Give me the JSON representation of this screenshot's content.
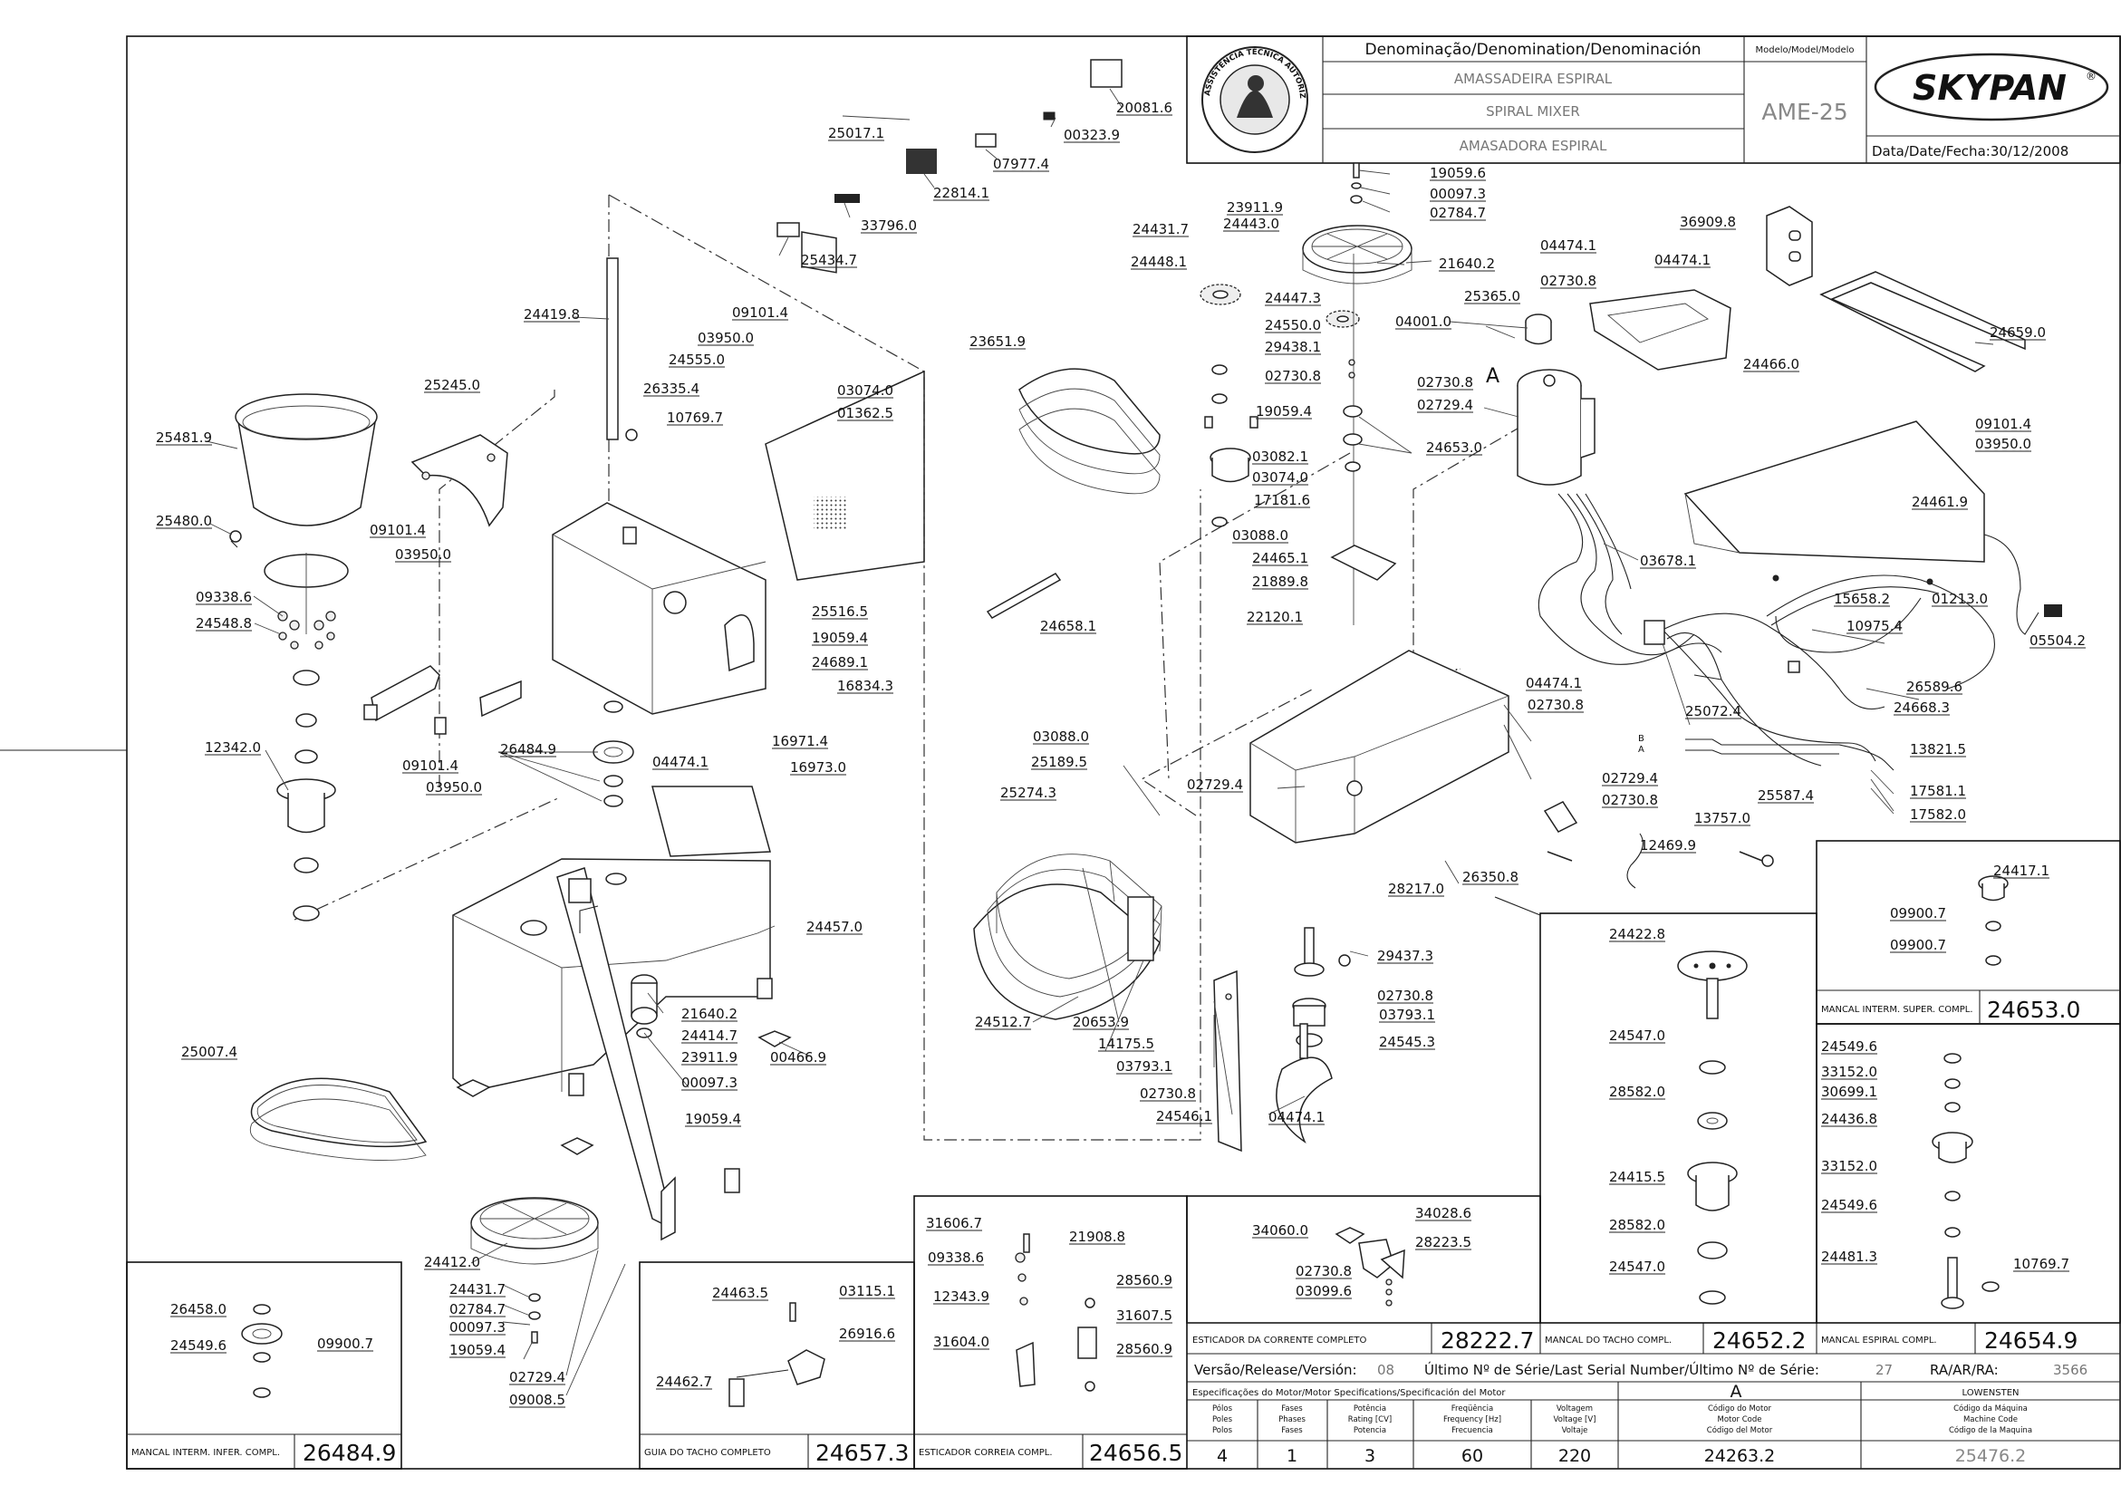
{
  "title_block": {
    "denomination_header": "Denominação/Denomination/Denominación",
    "name_pt": "AMASSADEIRA ESPIRAL",
    "name_en": "SPIRAL MIXER",
    "name_es": "AMASADORA ESPIRAL",
    "model_header": "Modelo/Model/Modelo",
    "model": "AME-25",
    "brand": "SKYPAN",
    "date_label": "Data/Date/Fecha:",
    "date": "30/12/2008",
    "seal_text": "ASSISTÊNCIA TÉCNICA AUTORIZADA",
    "version_label": "Versão/Release/Versión:",
    "version": "08",
    "serial_label": "Último Nº de Série/Last Serial Number/Último Nº de Série:",
    "serial": "27",
    "ra_label": "RA/AR/RA:",
    "ra": "3566"
  },
  "motor_specs": {
    "header": "Especificações do Motor/Motor Specifications/Specificación del Motor",
    "poles_label": [
      "Pólos",
      "Poles",
      "Polos"
    ],
    "phases_label": [
      "Fases",
      "Phases",
      "Fases"
    ],
    "power_label": [
      "Potência",
      "Rating [CV]",
      "Potencia"
    ],
    "freq_label": [
      "Freqüência",
      "Frequency [Hz]",
      "Frecuencia"
    ],
    "volt_label": [
      "Voltagem",
      "Voltage [V]",
      "Voltaje"
    ],
    "motor_code_label": [
      "Código do Motor",
      "Motor Code",
      "Código del Motor"
    ],
    "machine_code_label": [
      "Código da Máquina",
      "Machine Code",
      "Código de la Maquina"
    ],
    "poles": "4",
    "phases": "1",
    "power": "3",
    "frequency": "60",
    "voltage": "220",
    "motor_letter": "A",
    "motor_brand": "LOWENSTEN",
    "motor_code": "24263.2",
    "machine_code": "25476.2"
  },
  "assemblies": [
    {
      "title": "MANCAL INTERM. INFER. COMPL.",
      "code": "26484.9"
    },
    {
      "title": "GUIA DO TACHO COMPLETO",
      "code": "24657.3"
    },
    {
      "title": "ESTICADOR CORREIA COMPL.",
      "code": "24656.5"
    },
    {
      "title": "ESTICADOR DA CORRENTE COMPLETO",
      "code": "28222.7"
    },
    {
      "title": "MANCAL DO TACHO COMPL.",
      "code": "24652.2"
    },
    {
      "title": "MANCAL ESPIRAL COMPL.",
      "code": "24654.9"
    },
    {
      "title": "MANCAL INTERM. SUPER. COMPL.",
      "code": "24653.0"
    }
  ],
  "wire_labels": {
    "a": "A",
    "b": "B",
    "motor_a": "A"
  },
  "part_labels": [
    "25017.1",
    "20081.6",
    "00323.9",
    "07977.4",
    "22814.1",
    "33796.0",
    "25434.7",
    "24419.8",
    "09101.4",
    "03950.0",
    "24555.0",
    "26335.4",
    "10769.7",
    "03074.0",
    "01362.5",
    "25245.0",
    "25481.9",
    "25480.0",
    "09101.4",
    "03950.0",
    "09338.6",
    "24548.8",
    "25516.5",
    "19059.4",
    "24689.1",
    "16834.3",
    "16971.4",
    "16973.0",
    "26484.9",
    "04474.1",
    "09101.4",
    "03950.0",
    "12342.0",
    "24457.0",
    "21640.2",
    "24414.7",
    "23911.9",
    "00097.3",
    "19059.4",
    "00466.9",
    "25007.4",
    "24412.0",
    "24431.7",
    "02784.7",
    "00097.3",
    "19059.4",
    "02729.4",
    "09008.5",
    "19059.6",
    "00097.3",
    "02784.7",
    "23911.9",
    "24443.0",
    "24431.7",
    "24448.1",
    "21640.2",
    "24447.3",
    "24550.0",
    "29438.1",
    "02730.8",
    "19059.4",
    "24653.0",
    "03082.1",
    "03074.0",
    "17181.6",
    "03088.0",
    "24465.1",
    "21889.8",
    "22120.1",
    "23651.9",
    "24658.1",
    "04474.1",
    "02730.8",
    "04474.1",
    "36909.8",
    "25365.0",
    "04001.0",
    "02730.8",
    "02729.4",
    "24466.0",
    "24659.0",
    "09101.4",
    "03950.0",
    "24461.9",
    "03678.1",
    "15658.2",
    "01213.0",
    "10975.4",
    "05504.2",
    "26589.6",
    "24668.3",
    "25072.4",
    "04474.1",
    "02730.8",
    "03088.0",
    "25189.5",
    "25274.3",
    "02729.4",
    "02729.4",
    "02730.8",
    "13757.0",
    "12469.9",
    "28217.0",
    "26350.8",
    "13821.5",
    "17581.1",
    "17582.0",
    "25587.4",
    "29437.3",
    "02730.8",
    "03793.1",
    "24545.3",
    "24512.7",
    "20653.9",
    "14175.5",
    "03793.1",
    "02730.8",
    "24546.1",
    "04474.1",
    "26458.0",
    "24549.6",
    "09900.7",
    "31606.7",
    "21908.8",
    "09338.6",
    "28560.9",
    "12343.9",
    "31607.5",
    "28560.9",
    "31604.0",
    "24463.5",
    "03115.1",
    "26916.6",
    "24462.7",
    "34060.0",
    "34028.6",
    "28223.5",
    "02730.8",
    "03099.6",
    "24422.8",
    "24547.0",
    "28582.0",
    "24415.5",
    "28582.0",
    "24547.0",
    "24417.1",
    "09900.7",
    "09900.7",
    "24549.6",
    "33152.0",
    "30699.1",
    "24436.8",
    "33152.0",
    "24549.6",
    "24481.3",
    "10769.7"
  ]
}
